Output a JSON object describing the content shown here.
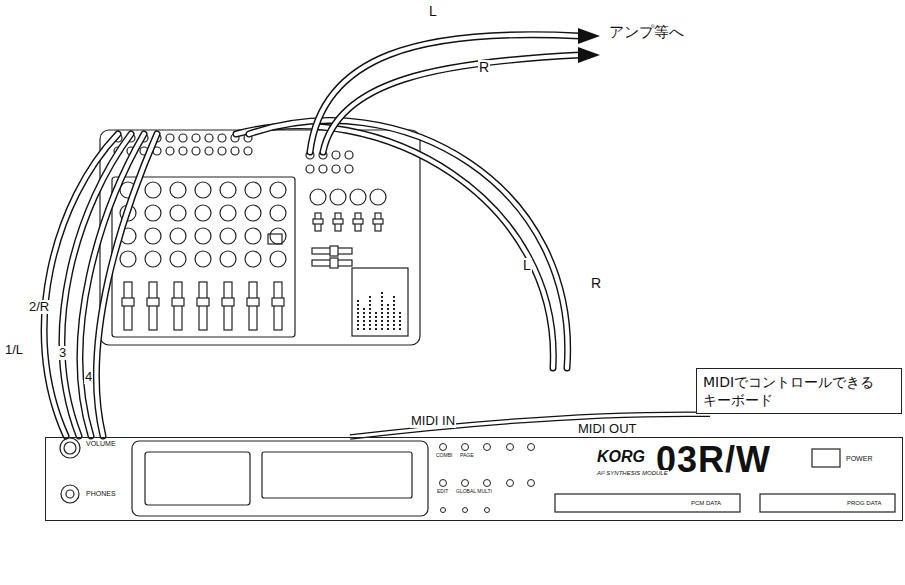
{
  "diagram": {
    "nodes": [
      {
        "text": [
          "MIDIでコントロールできる キーボード"
        ]
      },
      {
        "text": [
          "KORG",
          "03R/W"
        ]
      }
    ],
    "edges": [
      {
        "from": 0,
        "to": 1,
        "arrow": "none"
      }
    ],
    "labels": [
      "L",
      "R",
      "アンプ等へ",
      "L",
      "R",
      "1/L",
      "2/R",
      "3",
      "4",
      "MIDI OUT",
      "MIDI IN",
      "VOLUME",
      "PHONES",
      "AI² SYNTHESIS MODULE",
      "POWER",
      "PCM DATA",
      "PROG DATA",
      "COMBI",
      "PAGE",
      "EDIT",
      "GLOBAL MULTI"
    ]
  }
}
